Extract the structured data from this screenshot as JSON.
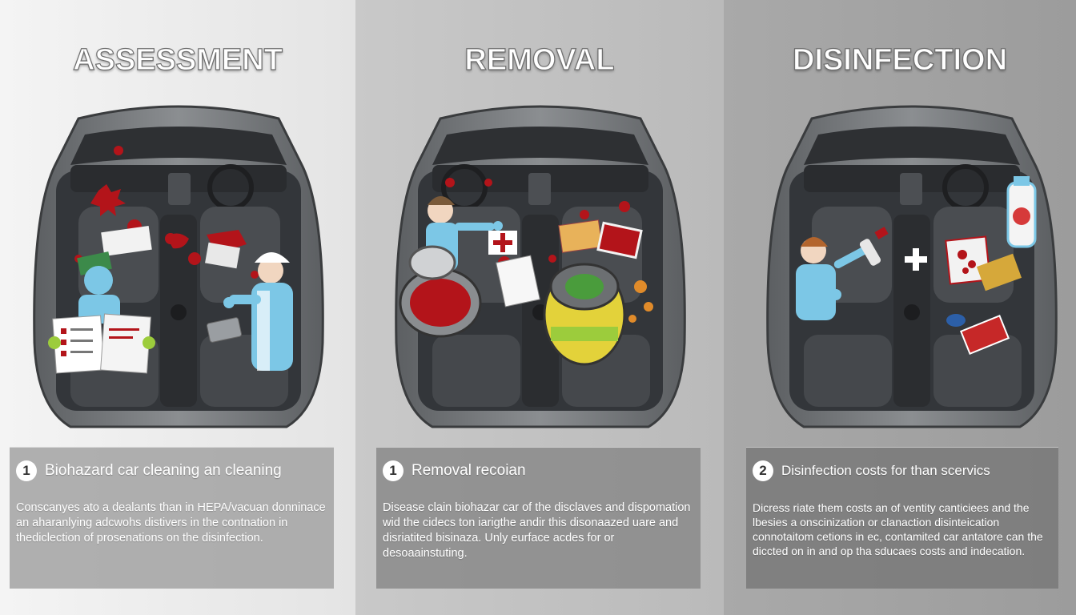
{
  "panels": [
    {
      "title": "ASSESSMENT",
      "step_number": "1",
      "step_title": "Biohazard car cleaning an cleaning",
      "body": "Conscanyes ato a dealants than in HEPA/vacuan donninace an aharanlying adcwohs distivers in the contnation in thediclection of prosenations on the disinfection."
    },
    {
      "title": "REMOVAL",
      "step_number": "1",
      "step_title": "Removal recoian",
      "body": "Disease clain biohazar car of the disclaves and dispomation wid the cidecs ton iarigthe andir this disonaazed uare and disriatited bisinaza. Unly eurface acdes for or desoaainstuting."
    },
    {
      "title": "DISINFECTION",
      "step_number": "2",
      "step_title": "Disinfection costs for than scervics",
      "body": "Dicress riate them costs an of ventity canticiees and the lbesies a onscinization or clanaction disinteication connotaitom cetions in ec, contamited car antatore can the diccted on in and op tha sducaes costs and indecation."
    }
  ],
  "colors": {
    "blood": "#b3141a",
    "ppe_blue": "#7cc7e6",
    "glove_green": "#9ccc3c",
    "vacuum_yellow": "#e3d23a",
    "seat_dark": "#3b3d40",
    "car_body": "#6f7275"
  },
  "icons": [
    "car-topdown-icon",
    "checklist-icon",
    "tablet-icon",
    "bucket-icon",
    "vacuum-icon",
    "spray-bottle-icon",
    "medical-cross-icon",
    "disinfectant-bottle-icon"
  ]
}
